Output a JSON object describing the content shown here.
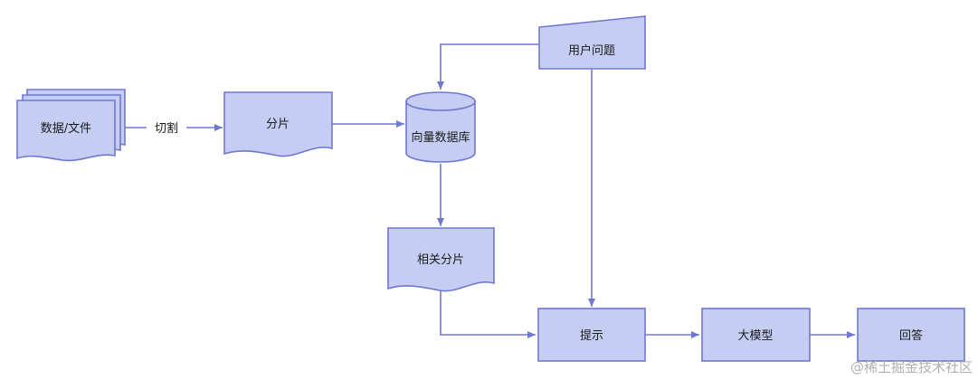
{
  "colors": {
    "node_fill": "#c5cdf3",
    "node_stroke": "#6f78cf",
    "edge": "#6f78cf",
    "text": "#1a1a1a",
    "watermark": "#b0b0b0"
  },
  "nodes": {
    "docs": {
      "label": "数据/文件",
      "shape": "multi-document"
    },
    "chunks": {
      "label": "分片",
      "shape": "document"
    },
    "vectordb": {
      "label": "向量数据库",
      "shape": "database"
    },
    "question": {
      "label": "用户问题",
      "shape": "manual-input"
    },
    "related": {
      "label": "相关分片",
      "shape": "document"
    },
    "prompt": {
      "label": "提示",
      "shape": "process"
    },
    "llm": {
      "label": "大模型",
      "shape": "process"
    },
    "answer": {
      "label": "回答",
      "shape": "process"
    }
  },
  "edges": {
    "split": {
      "from": "数据/文件",
      "to": "分片",
      "label": "切割"
    }
  },
  "watermark": "@稀土掘金技术社区"
}
